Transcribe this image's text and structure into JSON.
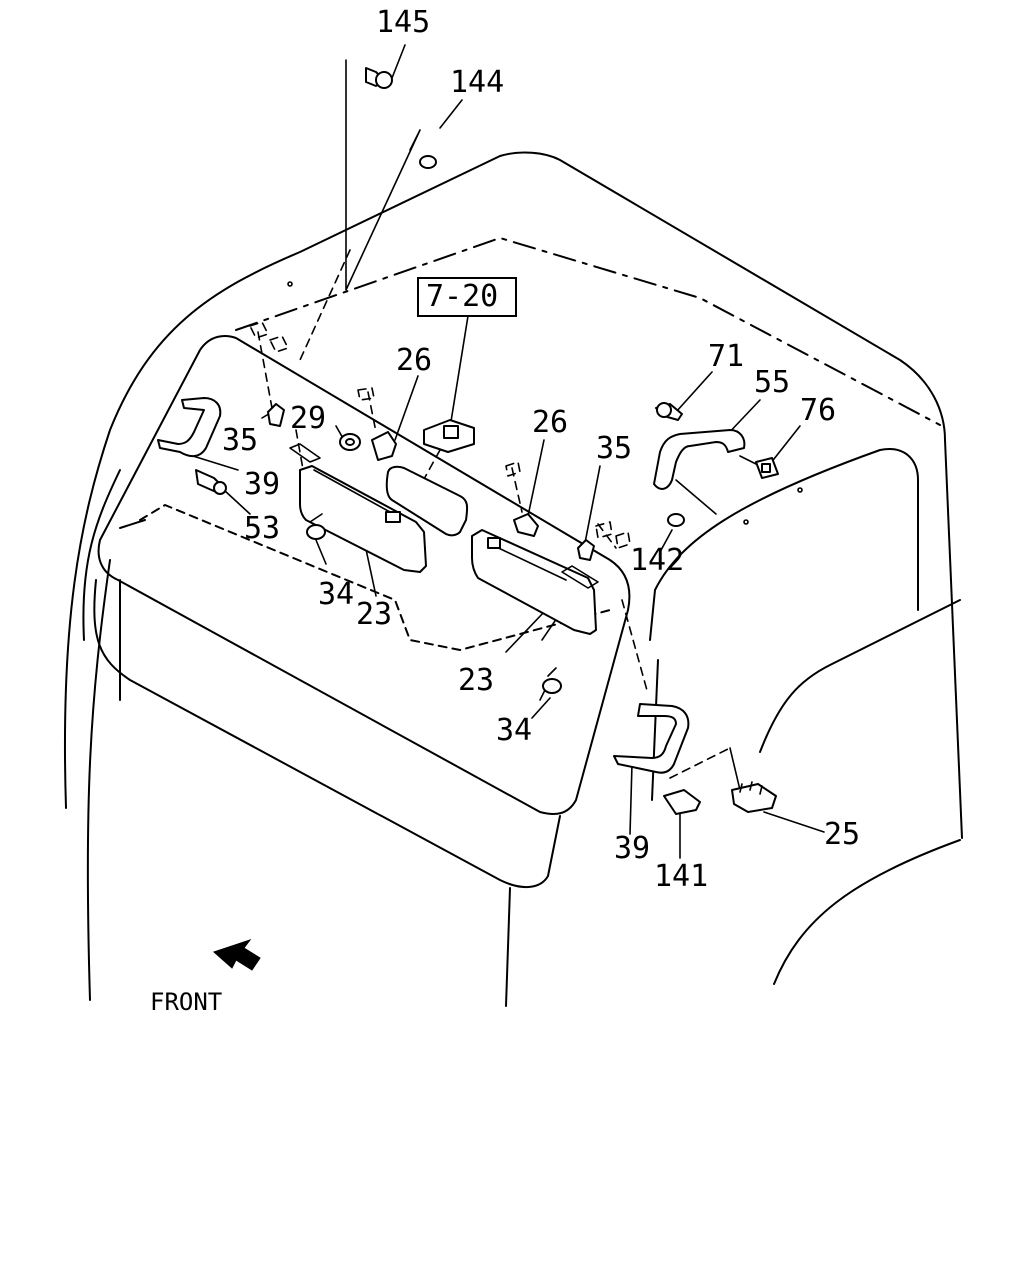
{
  "callouts": [
    {
      "key": "c145",
      "text": "145"
    },
    {
      "key": "c144",
      "text": "144"
    },
    {
      "key": "c7_20",
      "text": "7-20"
    },
    {
      "key": "c26a",
      "text": "26"
    },
    {
      "key": "c29",
      "text": "29"
    },
    {
      "key": "c35a",
      "text": "35"
    },
    {
      "key": "c39a",
      "text": "39"
    },
    {
      "key": "c53",
      "text": "53"
    },
    {
      "key": "c34a",
      "text": "34"
    },
    {
      "key": "c23a",
      "text": "23"
    },
    {
      "key": "c26b",
      "text": "26"
    },
    {
      "key": "c35b",
      "text": "35"
    },
    {
      "key": "c23b",
      "text": "23"
    },
    {
      "key": "c34b",
      "text": "34"
    },
    {
      "key": "c71",
      "text": "71"
    },
    {
      "key": "c55",
      "text": "55"
    },
    {
      "key": "c76",
      "text": "76"
    },
    {
      "key": "c142",
      "text": "142"
    },
    {
      "key": "c39b",
      "text": "39"
    },
    {
      "key": "c141",
      "text": "141"
    },
    {
      "key": "c25",
      "text": "25"
    }
  ],
  "direction_label": "FRONT"
}
